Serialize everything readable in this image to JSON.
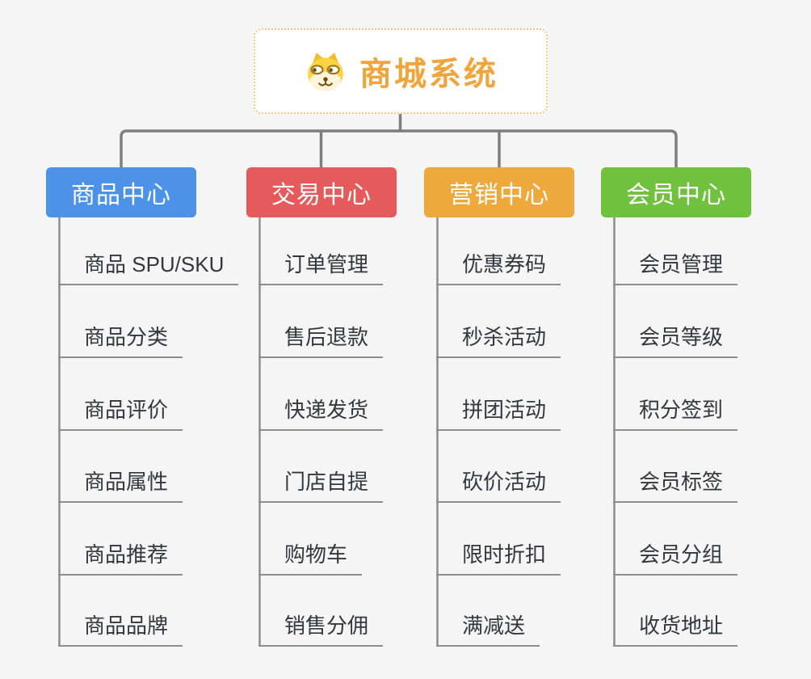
{
  "canvas": {
    "background_label": "mall-system-mindmap"
  },
  "colors": {
    "canvas_bg": "#f5f5f6",
    "connector": "#7e7e7e",
    "leaf_line": "#8d8d8d",
    "leaf_text": "#35373c",
    "root_title": "#f0a53c",
    "root_border": "#f3c87e",
    "node_label": "#ffffff"
  },
  "root": {
    "title": "商城系统",
    "icon": "dog-face-icon"
  },
  "branches": [
    {
      "label": "商品中心",
      "color": "#4b92e8",
      "items": [
        "商品 SPU/SKU",
        "商品分类",
        "商品评价",
        "商品属性",
        "商品推荐",
        "商品品牌"
      ]
    },
    {
      "label": "交易中心",
      "color": "#e55b5b",
      "items": [
        "订单管理",
        "售后退款",
        "快递发货",
        "门店自提",
        "购物车",
        "销售分佣"
      ]
    },
    {
      "label": "营销中心",
      "color": "#eda93c",
      "items": [
        "优惠券码",
        "秒杀活动",
        "拼团活动",
        "砍价活动",
        "限时折扣",
        "满减送"
      ]
    },
    {
      "label": "会员中心",
      "color": "#6fc13e",
      "items": [
        "会员管理",
        "会员等级",
        "积分签到",
        "会员标签",
        "会员分组",
        "收货地址"
      ]
    }
  ]
}
